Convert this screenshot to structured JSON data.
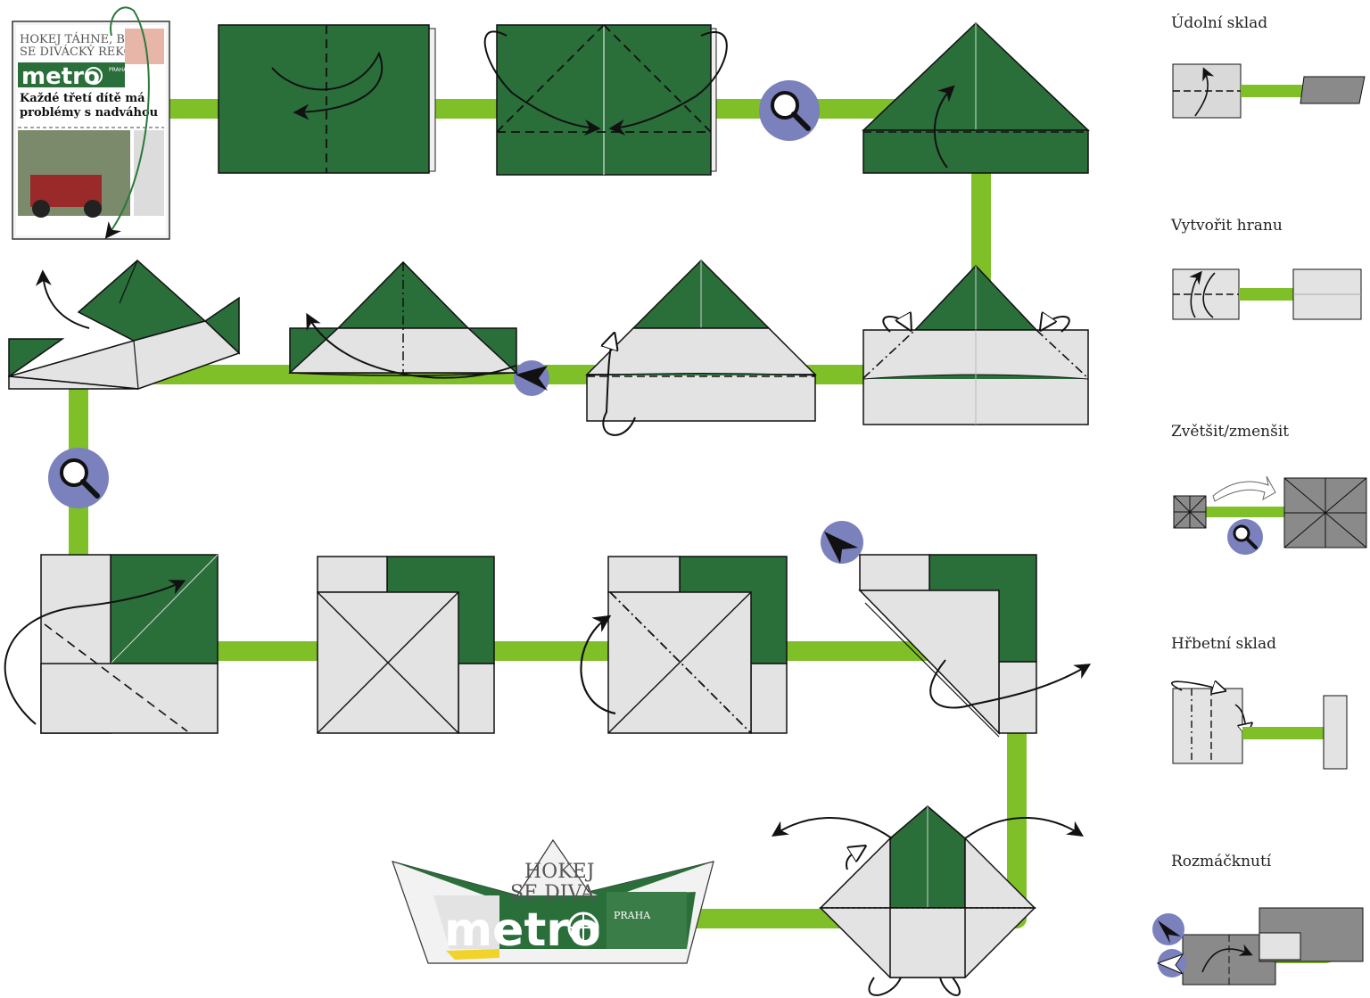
{
  "colors": {
    "paper_dark": "#2a6e3a",
    "paper_light": "#e3e3e3",
    "path": "#7fc028",
    "zoom_badge": "#7b81bd",
    "legend_gray": "#8a8a8a",
    "line": "#111111"
  },
  "newspaper": {
    "headline_line1": "HOKEJ TÁHNE, BLÍŽÍ",
    "headline_line2": "SE DIVÁCKÝ REKORD",
    "masthead": "metro",
    "city": "PRAHA",
    "story_line1": "Každé třetí dítě má",
    "story_line2": "problémy s nadváhou"
  },
  "boat": {
    "masthead": "metro",
    "city": "PRAHA",
    "headline_fragment1": "HOKEJ",
    "headline_fragment2": "SE DIVA"
  },
  "legend": {
    "valley_fold": "Údolní sklad",
    "crease": "Vytvořit hranu",
    "zoom": "Zvětšit/zmenšit",
    "mountain_fold": "Hřbetní sklad",
    "squash": "Rozmáčknutí"
  },
  "icons": {
    "zoom": "magnifier-icon",
    "arrow": "curved-arrow-icon",
    "squash": "push-arrow-icon"
  }
}
